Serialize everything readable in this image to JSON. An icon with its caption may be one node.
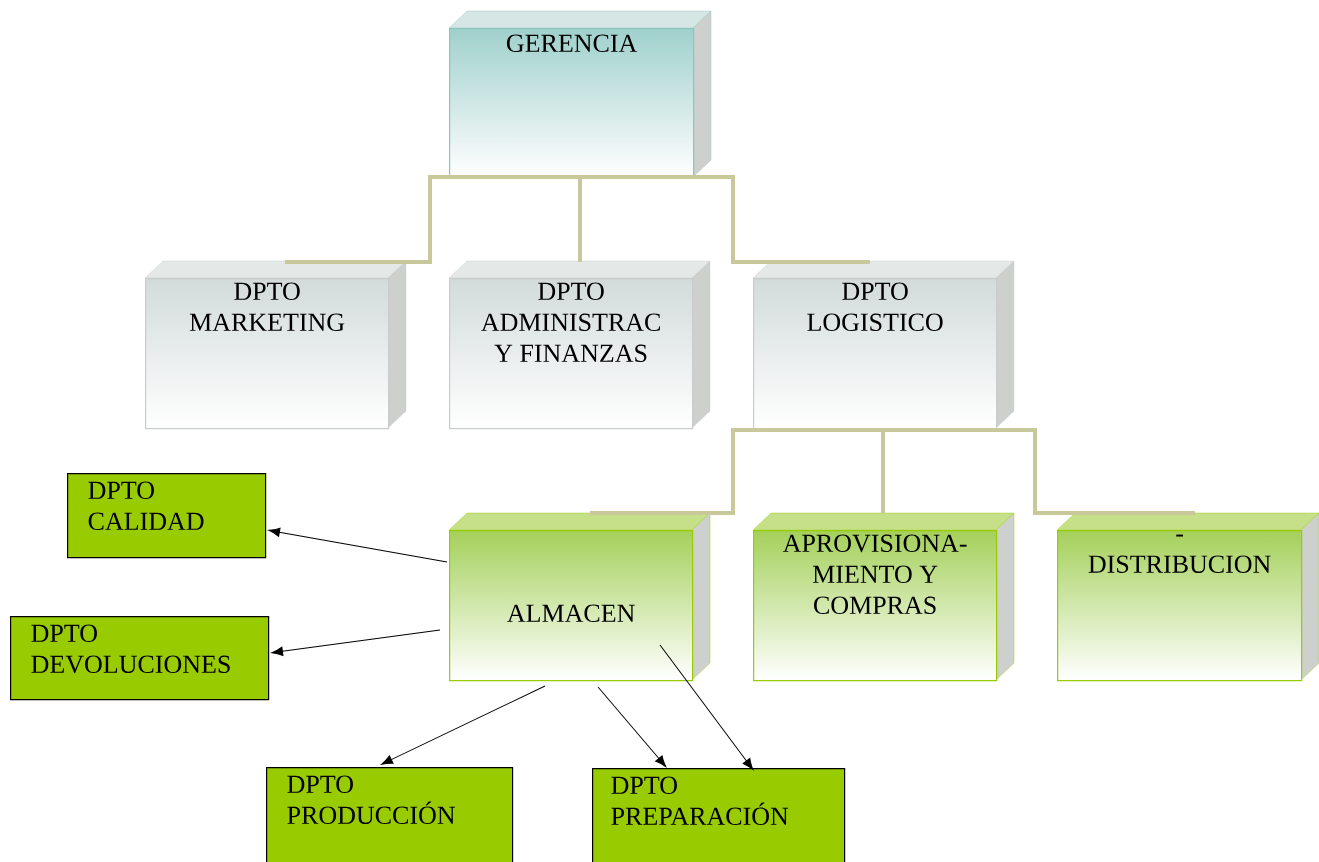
{
  "diagram": {
    "nodes": [
      {
        "text": [
          "GERENCIA"
        ]
      },
      {
        "text": [
          "DPTO MARKETING"
        ]
      },
      {
        "text": [
          "DPTO ADMINISTRAC Y FINANZAS"
        ]
      },
      {
        "text": [
          "DPTO LOGISTICO"
        ]
      },
      {
        "text": [
          "ALMACEN"
        ]
      },
      {
        "text": [
          "APROVISIONA- MIENTO Y COMPRAS"
        ]
      },
      {
        "text": [
          "- DISTRIBUCION"
        ]
      },
      {
        "text": [
          "DPTO CALIDAD"
        ]
      },
      {
        "text": [
          "DPTO DEVOLUCIONES"
        ]
      },
      {
        "text": [
          "DPTO PRODUCCIÓN"
        ]
      },
      {
        "text": [
          "DPTO PREPARACIÓN"
        ]
      }
    ],
    "edges": [
      {
        "from": 0,
        "to": 1,
        "arrow": "none"
      },
      {
        "from": 0,
        "to": 2,
        "arrow": "none"
      },
      {
        "from": 0,
        "to": 3,
        "arrow": "none"
      },
      {
        "from": 3,
        "to": 4,
        "arrow": "none"
      },
      {
        "from": 3,
        "to": 5,
        "arrow": "none"
      },
      {
        "from": 3,
        "to": 6,
        "arrow": "none"
      },
      {
        "from": 4,
        "to": 7,
        "arrow": "to",
        "color": "#000000"
      },
      {
        "from": 4,
        "to": 8,
        "arrow": "to",
        "color": "#000000"
      },
      {
        "from": 4,
        "to": 9,
        "arrow": "to",
        "color": "#000000"
      },
      {
        "from": 4,
        "to": 10,
        "arrow": "to",
        "color": "#000000"
      },
      {
        "from": 4,
        "to": 10,
        "arrow": "to",
        "color": "#000000"
      }
    ]
  }
}
